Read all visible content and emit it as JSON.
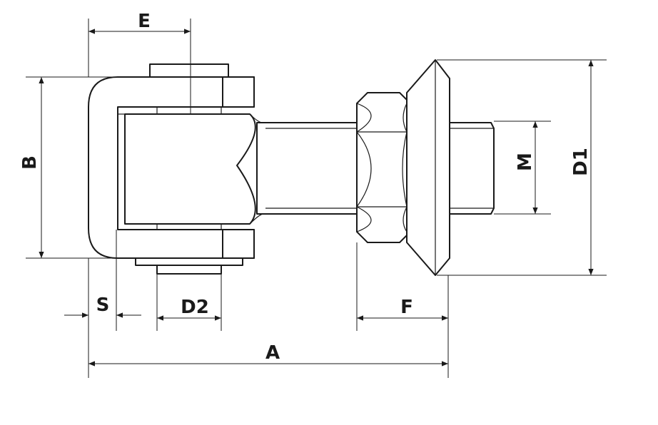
{
  "colors": {
    "line": "#1a1a1a",
    "background": "#ffffff"
  },
  "dimensions": {
    "E": "E",
    "B": "B",
    "S": "S",
    "D2": "D2",
    "A": "A",
    "F": "F",
    "M": "M",
    "D1": "D1"
  }
}
